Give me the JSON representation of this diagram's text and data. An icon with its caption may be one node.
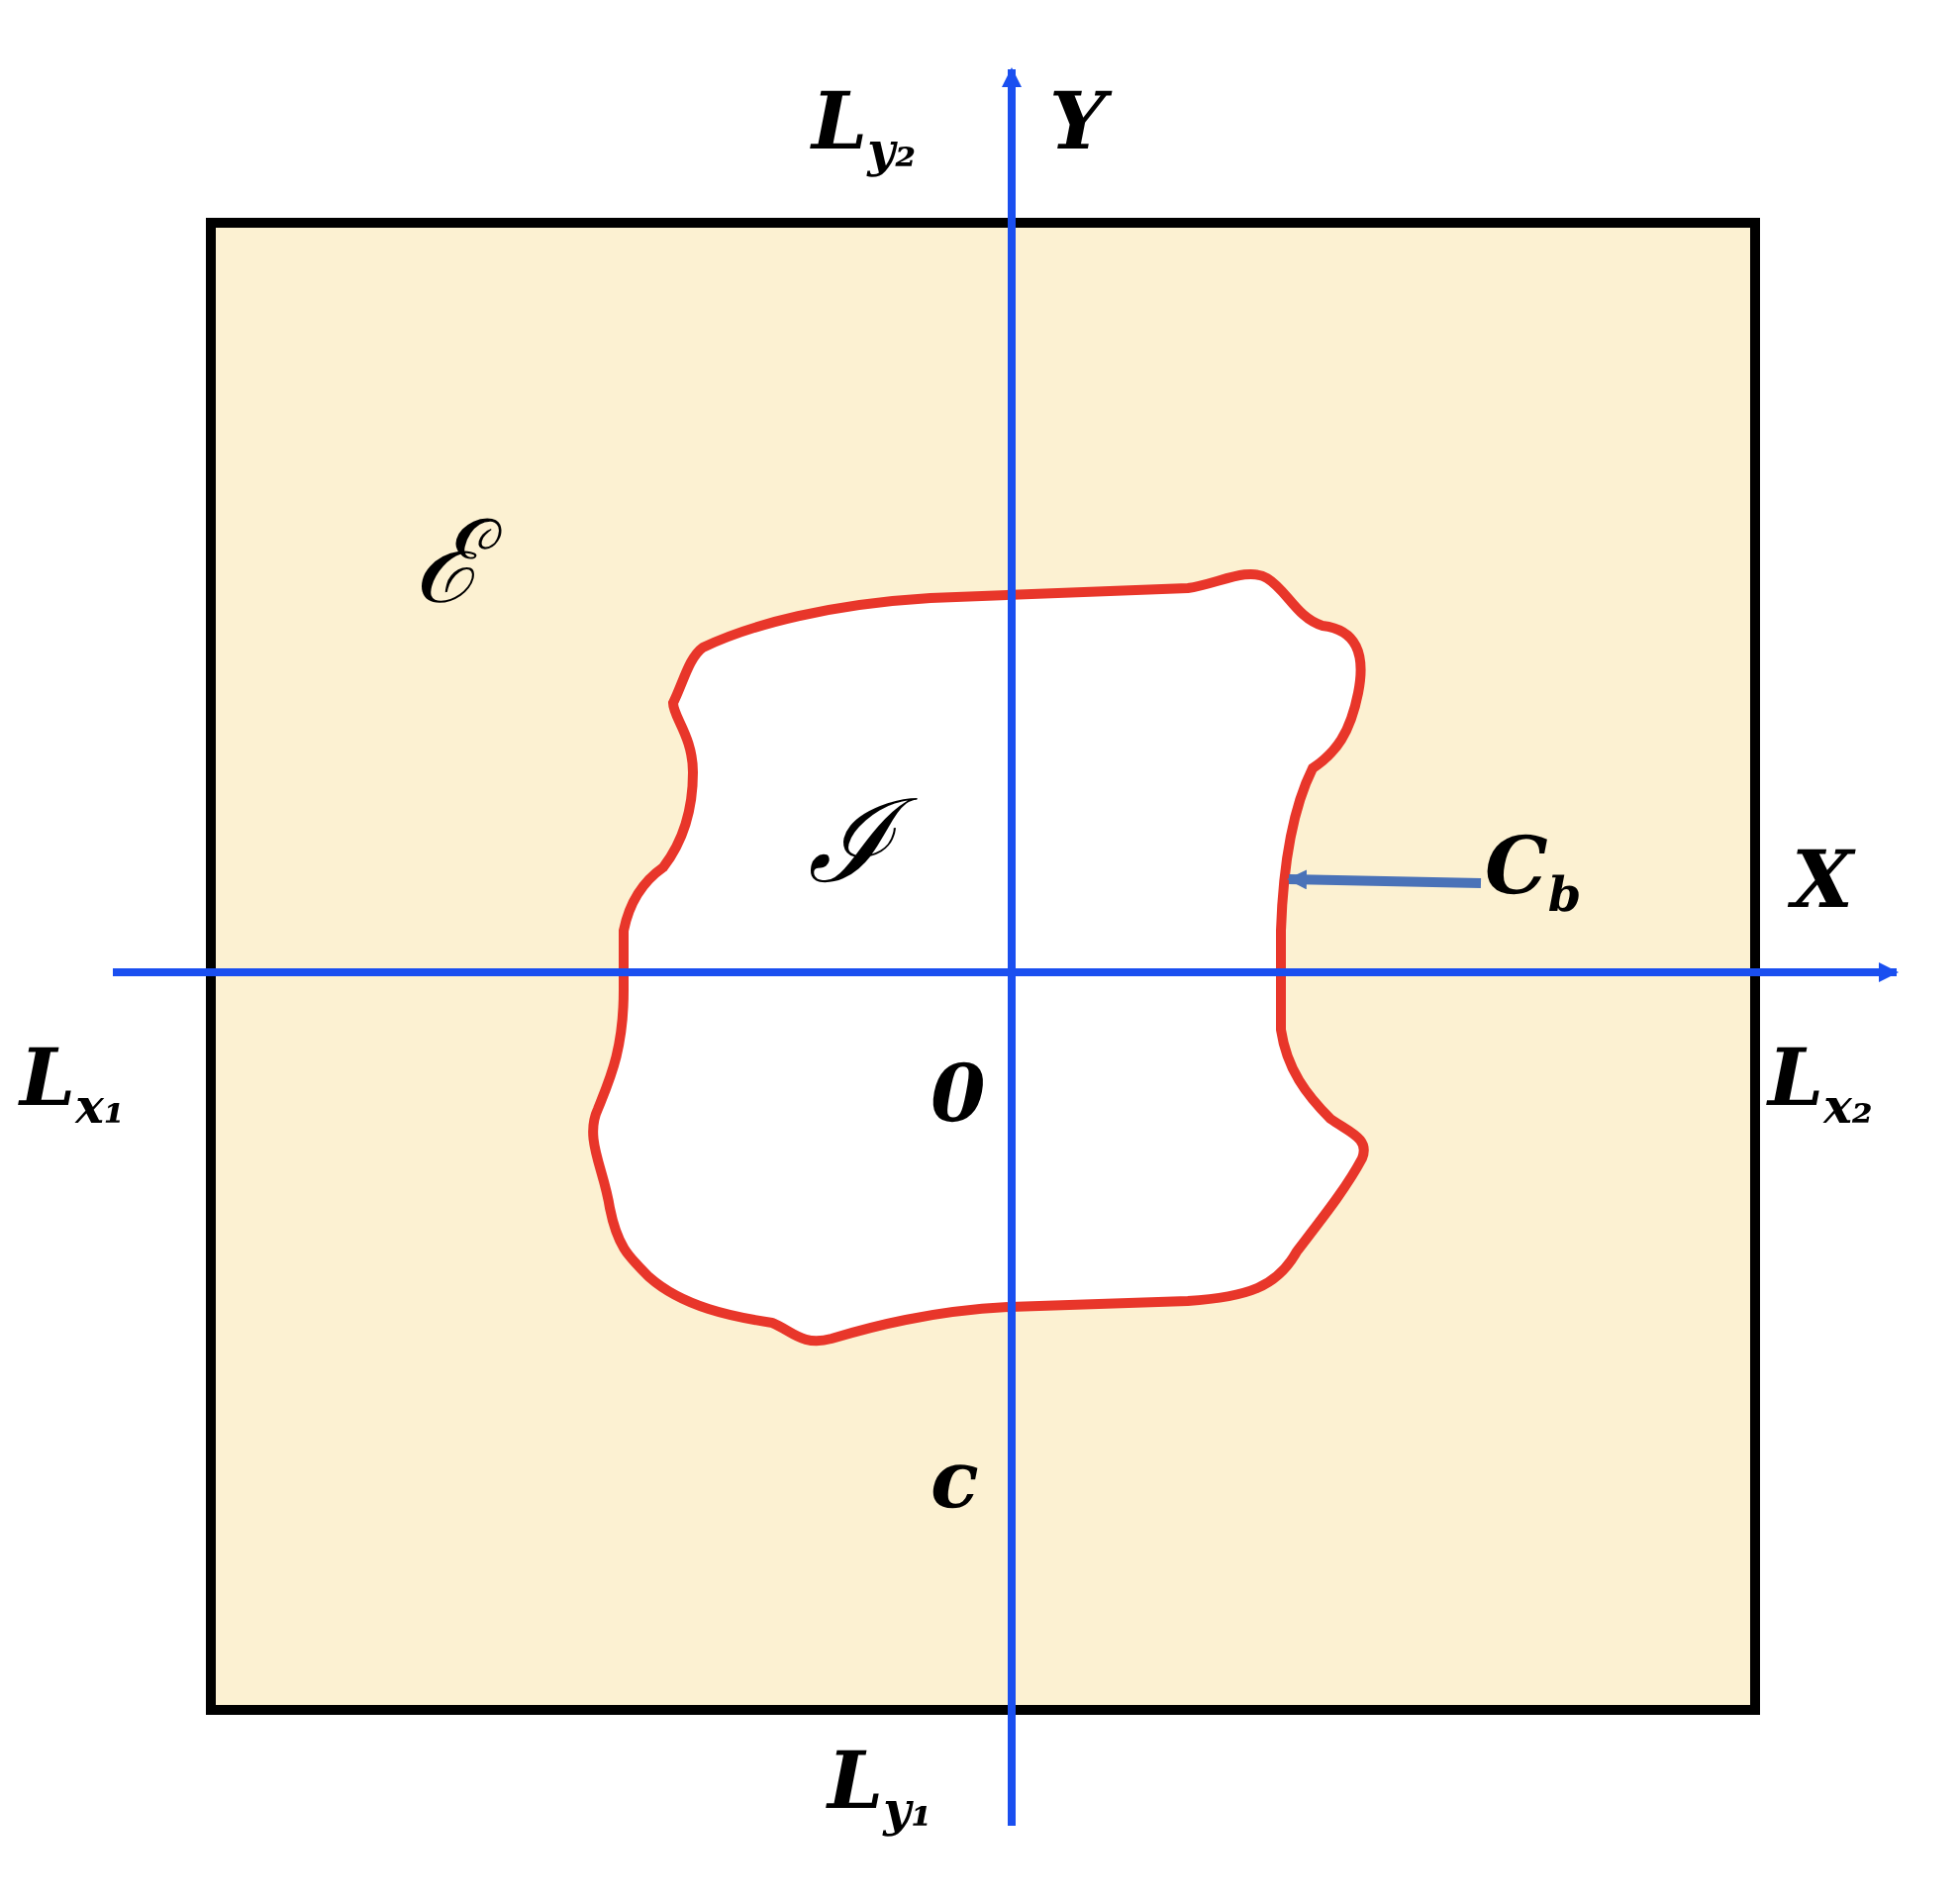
{
  "diagram": {
    "nodes": [
      {
        "text": [
          "ℰ"
        ]
      },
      {
        "text": [
          "ℐ"
        ],
        "in": 0
      },
      {
        "text": [
          "C$_{b}$"
        ],
        "in": 0
      }
    ],
    "edges": [
      {
        "from": 2,
        "to": 1,
        "arrow": "to",
        "color": "#4a72b8"
      }
    ],
    "labels": [
      "L$_{y₂}$",
      "Y",
      "X",
      "L$_{x₁}$",
      "0",
      "L$_{x₂}$",
      "c",
      "L$_{y₁}$"
    ]
  }
}
